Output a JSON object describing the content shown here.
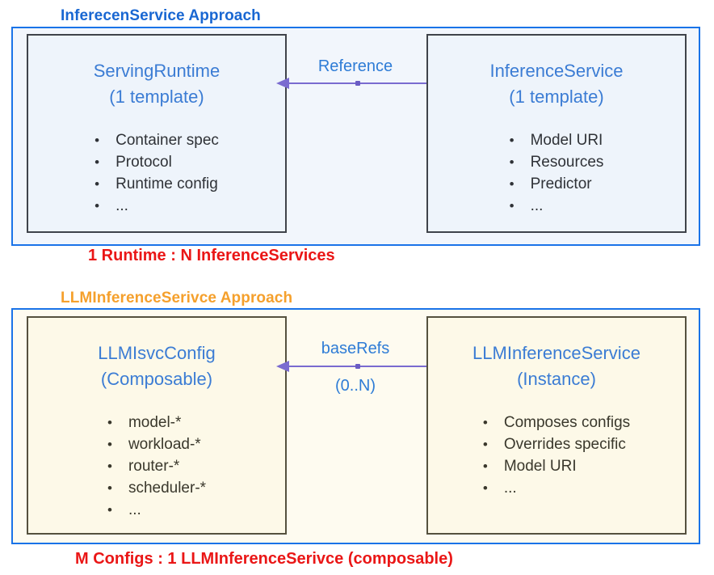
{
  "colors": {
    "container_border_blue": "#1a73e8",
    "title_blue": "#1967d2",
    "title_orange": "#f5a02c",
    "box_header_blue": "#3b7cd4",
    "arrow_purple": "#7a6bd0",
    "caption_red": "#ea1616",
    "top_section_fill": "#f2f6fc",
    "bottom_section_fill": "#fdf9e8"
  },
  "sections": [
    {
      "title": "InferecenService Approach",
      "caption": "1 Runtime : N InferenceServices",
      "arrow": {
        "label": "Reference"
      },
      "left_box": {
        "title": "ServingRuntime",
        "subtitle": "(1 template)",
        "items": [
          "Container spec",
          "Protocol",
          "Runtime config",
          "..."
        ]
      },
      "right_box": {
        "title": "InferenceService",
        "subtitle": "(1 template)",
        "items": [
          "Model URI",
          "Resources",
          "Predictor",
          "..."
        ]
      }
    },
    {
      "title": "LLMInferenceSerivce Approach",
      "caption": "M Configs : 1 LLMInferenceSerivce (composable)",
      "arrow": {
        "label": "baseRefs",
        "sublabel": "(0..N)"
      },
      "left_box": {
        "title": "LLMIsvcConfig",
        "subtitle": "(Composable)",
        "items": [
          "model-*",
          "workload-*",
          "router-*",
          "scheduler-*",
          "..."
        ]
      },
      "right_box": {
        "title": "LLMInferenceService",
        "subtitle": "(Instance)",
        "items": [
          "Composes configs",
          "Overrides specific",
          "Model URI",
          "..."
        ]
      }
    }
  ]
}
